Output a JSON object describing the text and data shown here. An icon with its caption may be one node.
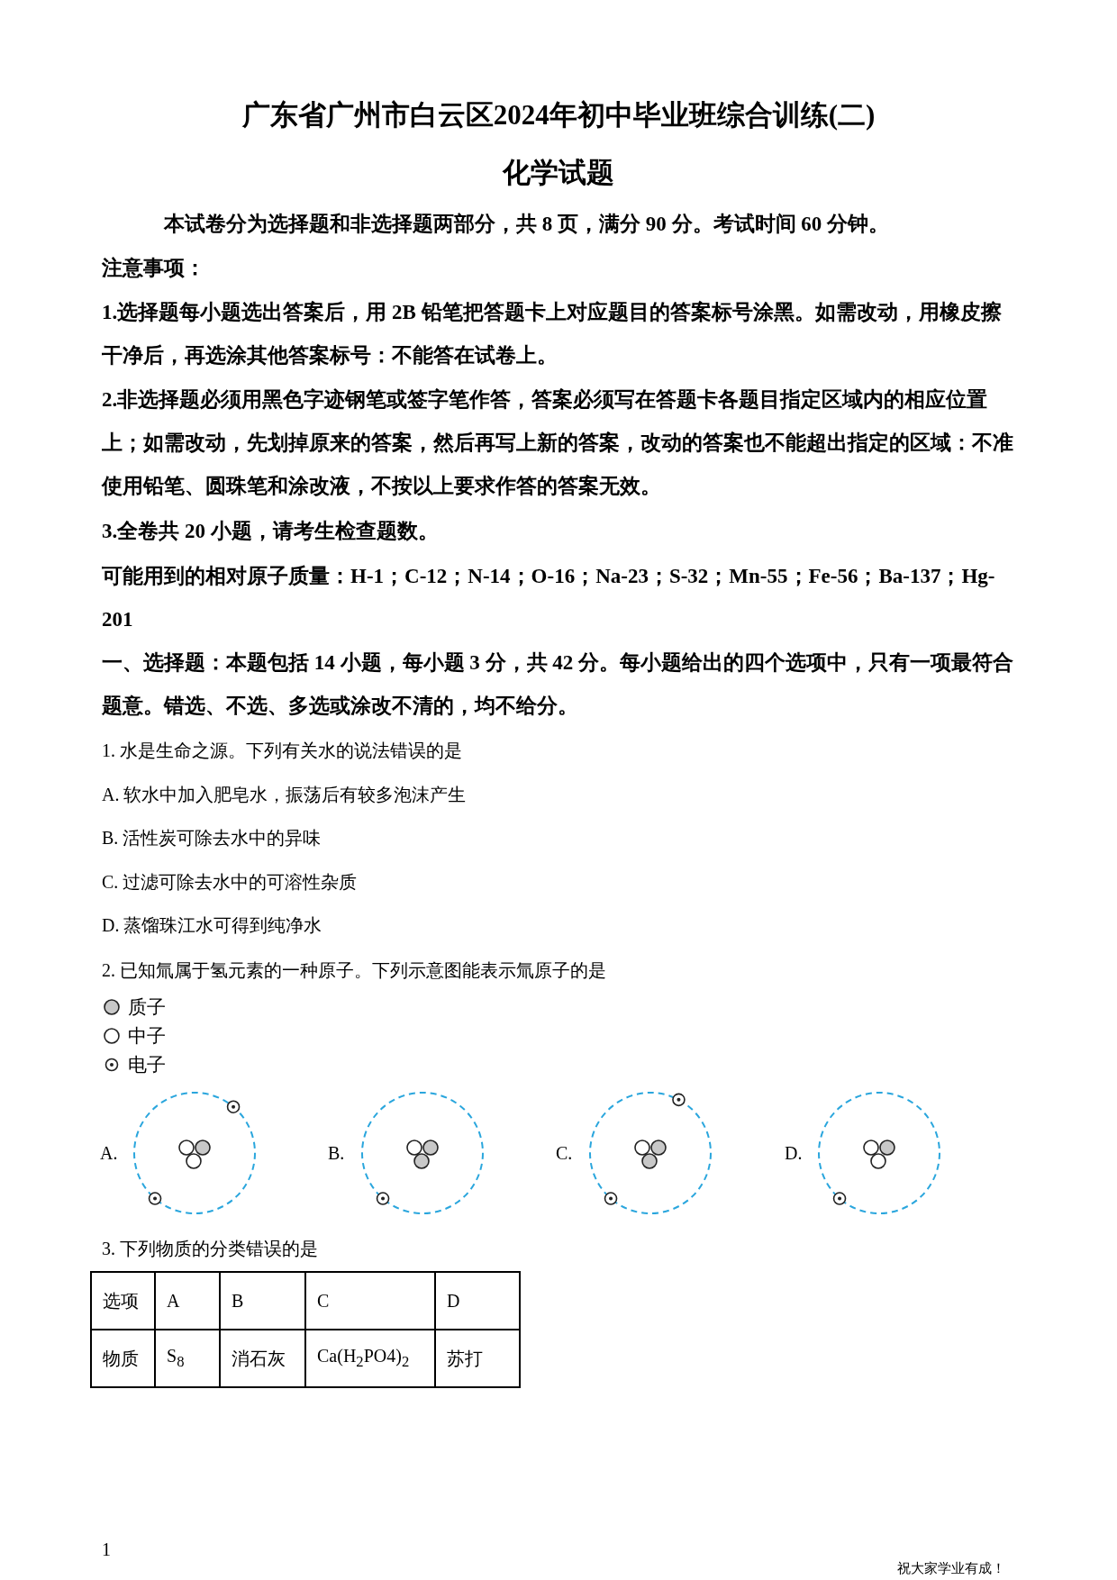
{
  "diagram": {
    "title": "广东省广州市白云区2024年初中毕业班综合训练(二)",
    "nodes": [
      {
        "text": [],
        "shape": "picture",
        "beside": [
          "A."
        ]
      },
      {
        "text": [],
        "shape": "picture",
        "beside": [
          "B."
        ]
      },
      {
        "text": [],
        "shape": "picture",
        "beside": [
          "C."
        ]
      },
      {
        "text": [],
        "shape": "picture",
        "beside": [
          "D."
        ]
      }
    ],
    "labels": [
      "化学试题",
      "本试卷分为选择题和非选择题两部分，共 8 页，满分 90 分。考试时间 60 分钟。",
      "注意事项：",
      "1.选择题每小题选出答案后，用 2B 铅笔把答题卡上对应题目的答案标号涂黑。如需改动，用橡皮擦干净后，再选涂其他答案标号：不能答在试卷上。",
      "2.非选择题必须用黑色字迹钢笔或签字笔作答，答案必须写在答题卡各题目指定区域内的相应位置上；如需改动，先划掉原来的答案，然后再写上新的答案，改动的答案也不能超出指定的区域：不准使用铅笔、圆珠笔和涂改液，不按以上要求作答的答案无效。",
      "3.全卷共 20 小题，请考生检查题数。",
      "可能用到的相对原子质量：H-1；C-12；N-14；O-16；Na-23；S-32；Mn-55；Fe-56；Ba-137；Hg-201",
      "一、选择题：本题包括 14 小题，每小题 3 分，共 42 分。每小题给出的四个选项中，只有一项最符合题意。错选、不选、多选或涂改不清的，均不给分。",
      "1. 水是生命之源。下列有关水的说法错误的是",
      "A. 软水中加入肥皂水，振荡后有较多泡沫产生",
      "B. 活性炭可除去水中的异味",
      "C. 过滤可除去水中的可溶性杂质",
      "D. 蒸馏珠江水可得到纯净水",
      "2. 已知氚属于氢元素的一种原子。下列示意图能表示氚原子的是",
      "3. 下列物质的分类错误的是",
      "选项",
      "A",
      "B",
      "C",
      "D",
      "物质",
      "S$_{8}$",
      "消石灰",
      "Ca(H$_{2}$PO4)$_{2}$",
      "苏打",
      "1",
      "祝大家学业有成！"
    ],
    "legend": [
      {
        "text": "质子"
      },
      {
        "text": "中子"
      },
      {
        "text": "电子"
      }
    ]
  }
}
